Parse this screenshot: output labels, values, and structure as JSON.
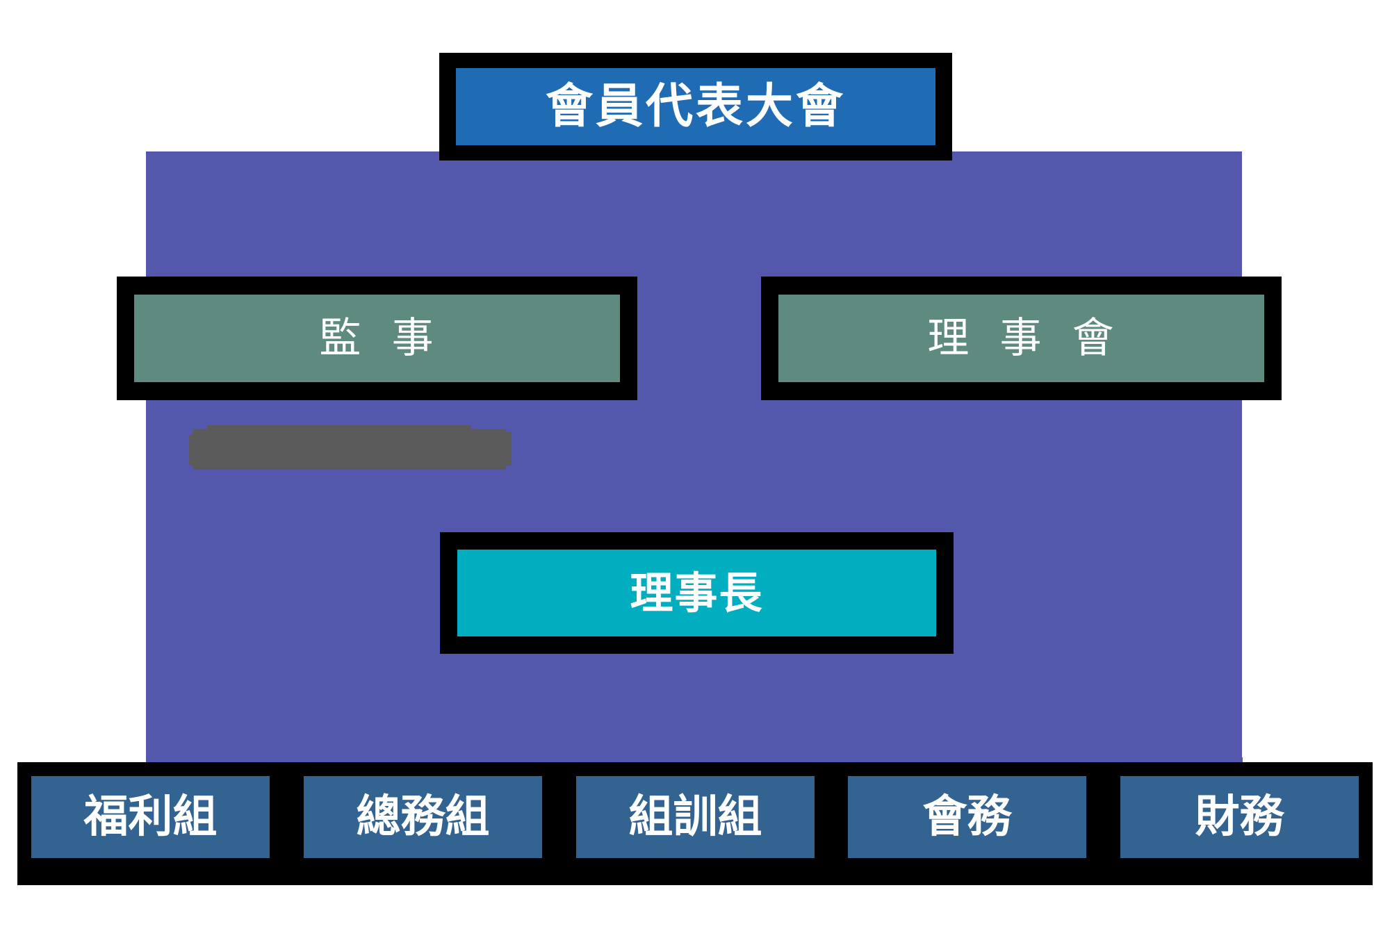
{
  "diagram": {
    "title_text": "",
    "type": "organization-chart",
    "background_color": "#ffffff",
    "panel_color": "#5458ad",
    "connector_color": "#5458ad",
    "border_color": "#000000"
  },
  "nodes": {
    "assembly": {
      "label": "會員代表大會",
      "fill_color": "#1f6cb4",
      "text_color": "#ffffff",
      "level": 1
    },
    "supervisor": {
      "label": "監  事",
      "fill_color": "#5f8a80",
      "text_color": "#ffffff",
      "level": 2
    },
    "board": {
      "label": "理  事  會",
      "fill_color": "#5f8a80",
      "text_color": "#ffffff",
      "level": 2
    },
    "chairman": {
      "label": "理事長",
      "fill_color": "#00aec0",
      "text_color": "#ffffff",
      "level": 3
    }
  },
  "redaction": {
    "label": "",
    "fill_color": "#5b5b5b",
    "note": ""
  },
  "departments": {
    "fill_color": "#336491",
    "text_color": "#ffffff",
    "items": [
      {
        "label": "福利組"
      },
      {
        "label": "總務組"
      },
      {
        "label": "組訓組"
      },
      {
        "label": "會務"
      },
      {
        "label": "財務"
      }
    ]
  }
}
